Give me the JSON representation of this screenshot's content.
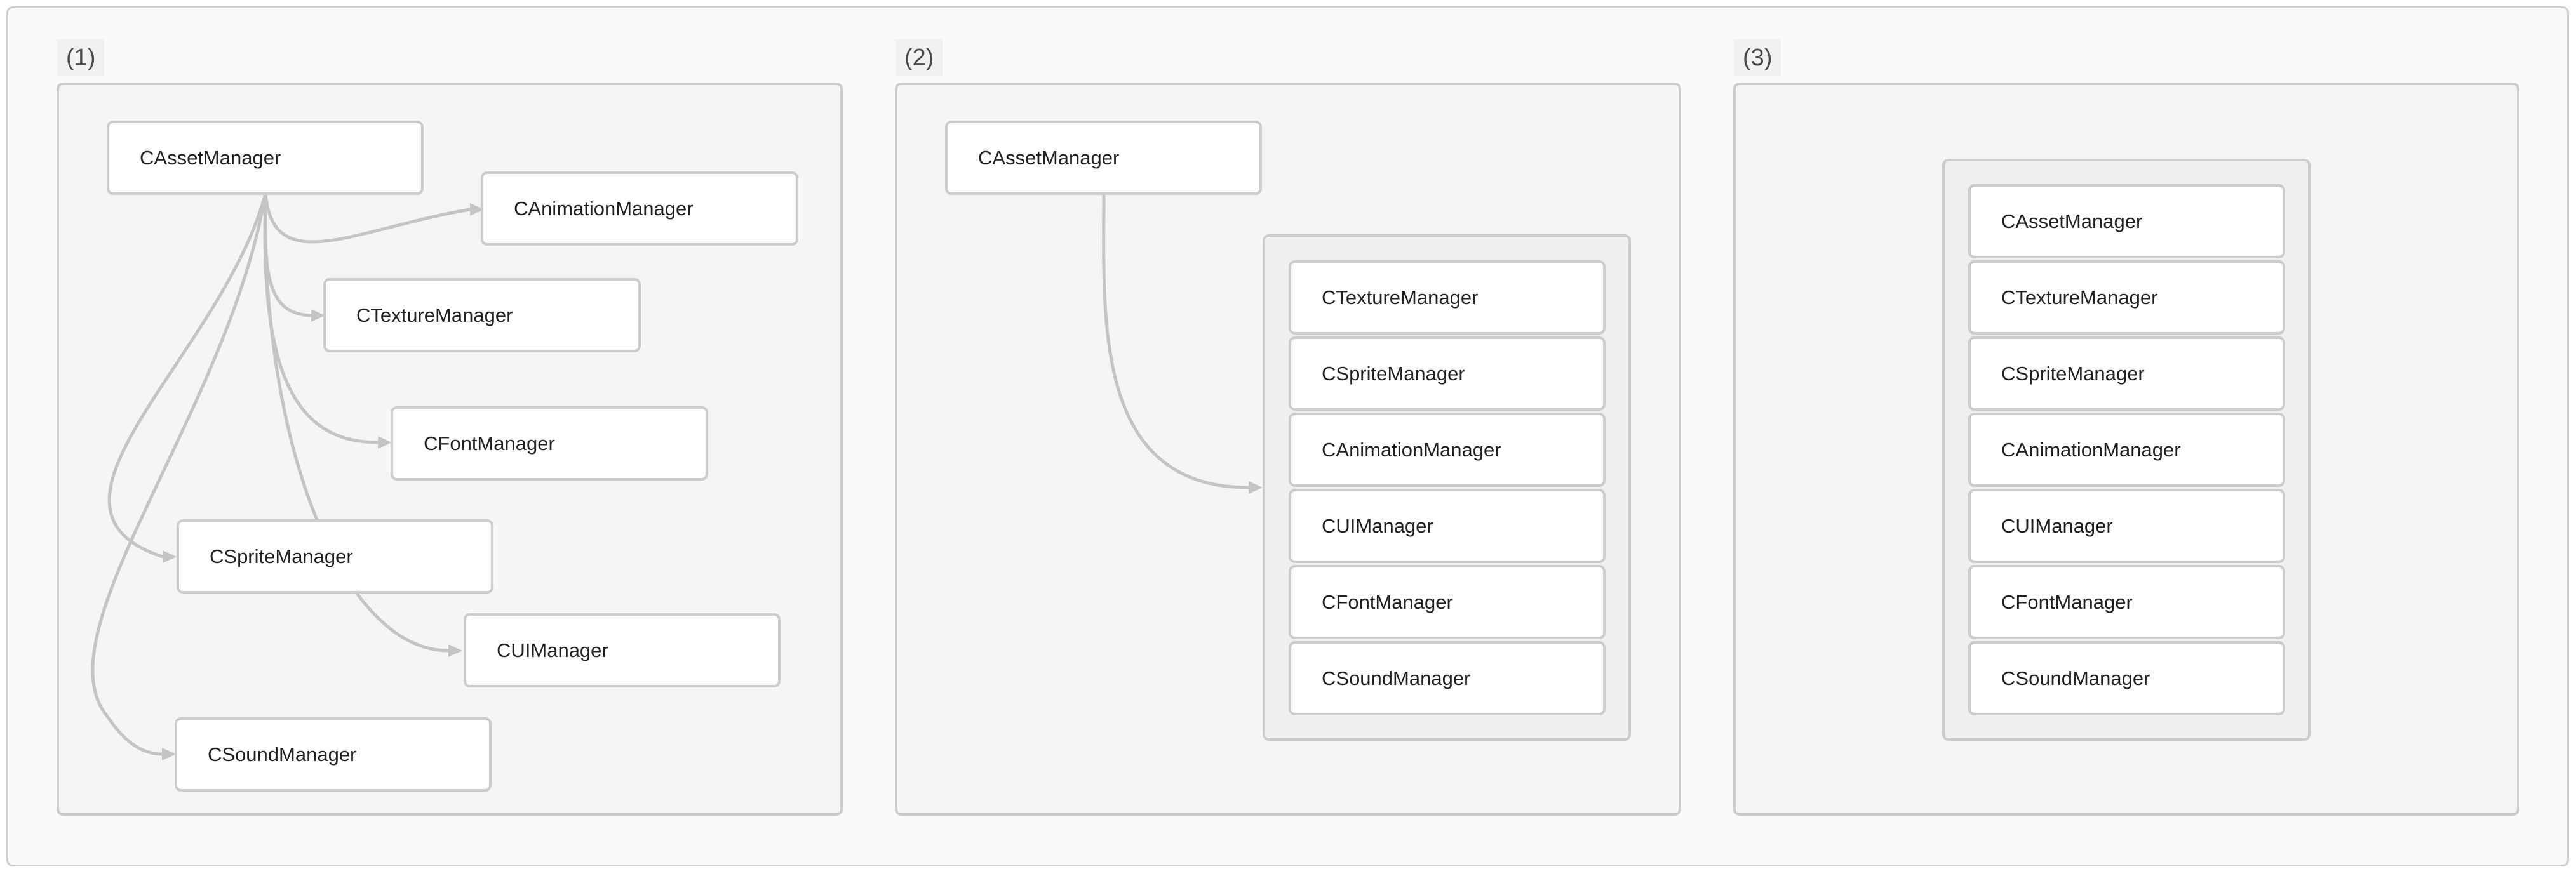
{
  "panels": [
    {
      "label": "(1)",
      "nodes": [
        "CAssetManager",
        "CAnimationManager",
        "CTextureManager",
        "CFontManager",
        "CSpriteManager",
        "CUIManager",
        "CSoundManager"
      ]
    },
    {
      "label": "(2)",
      "source": "CAssetManager",
      "group_nodes": [
        "CTextureManager",
        "CSpriteManager",
        "CAnimationManager",
        "CUIManager",
        "CFontManager",
        "CSoundManager"
      ]
    },
    {
      "label": "(3)",
      "group_nodes": [
        "CAssetManager",
        "CTextureManager",
        "CSpriteManager",
        "CAnimationManager",
        "CUIManager",
        "CFontManager",
        "CSoundManager"
      ]
    }
  ],
  "edges": {
    "panel1": [
      {
        "from": "CAssetManager",
        "to": "CAnimationManager"
      },
      {
        "from": "CAssetManager",
        "to": "CTextureManager"
      },
      {
        "from": "CAssetManager",
        "to": "CFontManager"
      },
      {
        "from": "CAssetManager",
        "to": "CSpriteManager"
      },
      {
        "from": "CAssetManager",
        "to": "CUIManager"
      },
      {
        "from": "CAssetManager",
        "to": "CSoundManager"
      }
    ],
    "panel2": [
      {
        "from": "CAssetManager",
        "to": "group"
      }
    ]
  },
  "colors": {
    "panel_bg": "#f5f5f5",
    "node_bg": "#ffffff",
    "border": "#cccccc",
    "edge": "#c4c4c4"
  }
}
